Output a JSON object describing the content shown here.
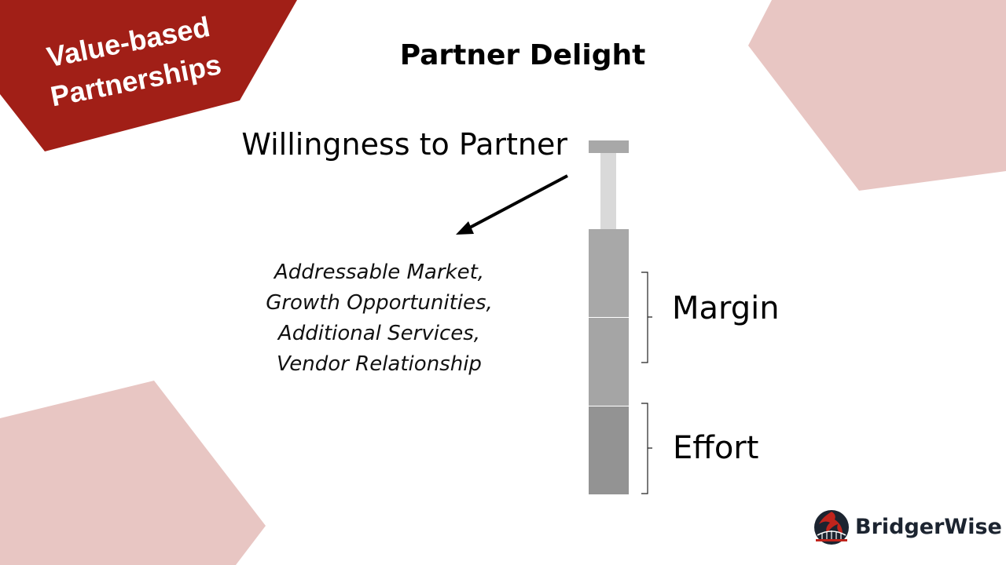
{
  "banner": {
    "line1": "Value-based",
    "line2": "Partnerships"
  },
  "title": "Partner Delight",
  "willingness_label": "Willingness to Partner",
  "factors": [
    "Addressable Market,",
    "Growth Opportunities,",
    "Additional Services,",
    "Vendor Relationship"
  ],
  "brackets": {
    "margin_label": "Margin",
    "effort_label": "Effort"
  },
  "logo": {
    "name": "BridgerWise",
    "icon": "phoenix-bridge-logo-icon"
  },
  "colors": {
    "banner": "#a11f17",
    "shape_pink": "#e8c6c3",
    "stack_top": "#a8a8a8",
    "stack_bottom": "#939393",
    "stem": "#d9d9d9"
  }
}
